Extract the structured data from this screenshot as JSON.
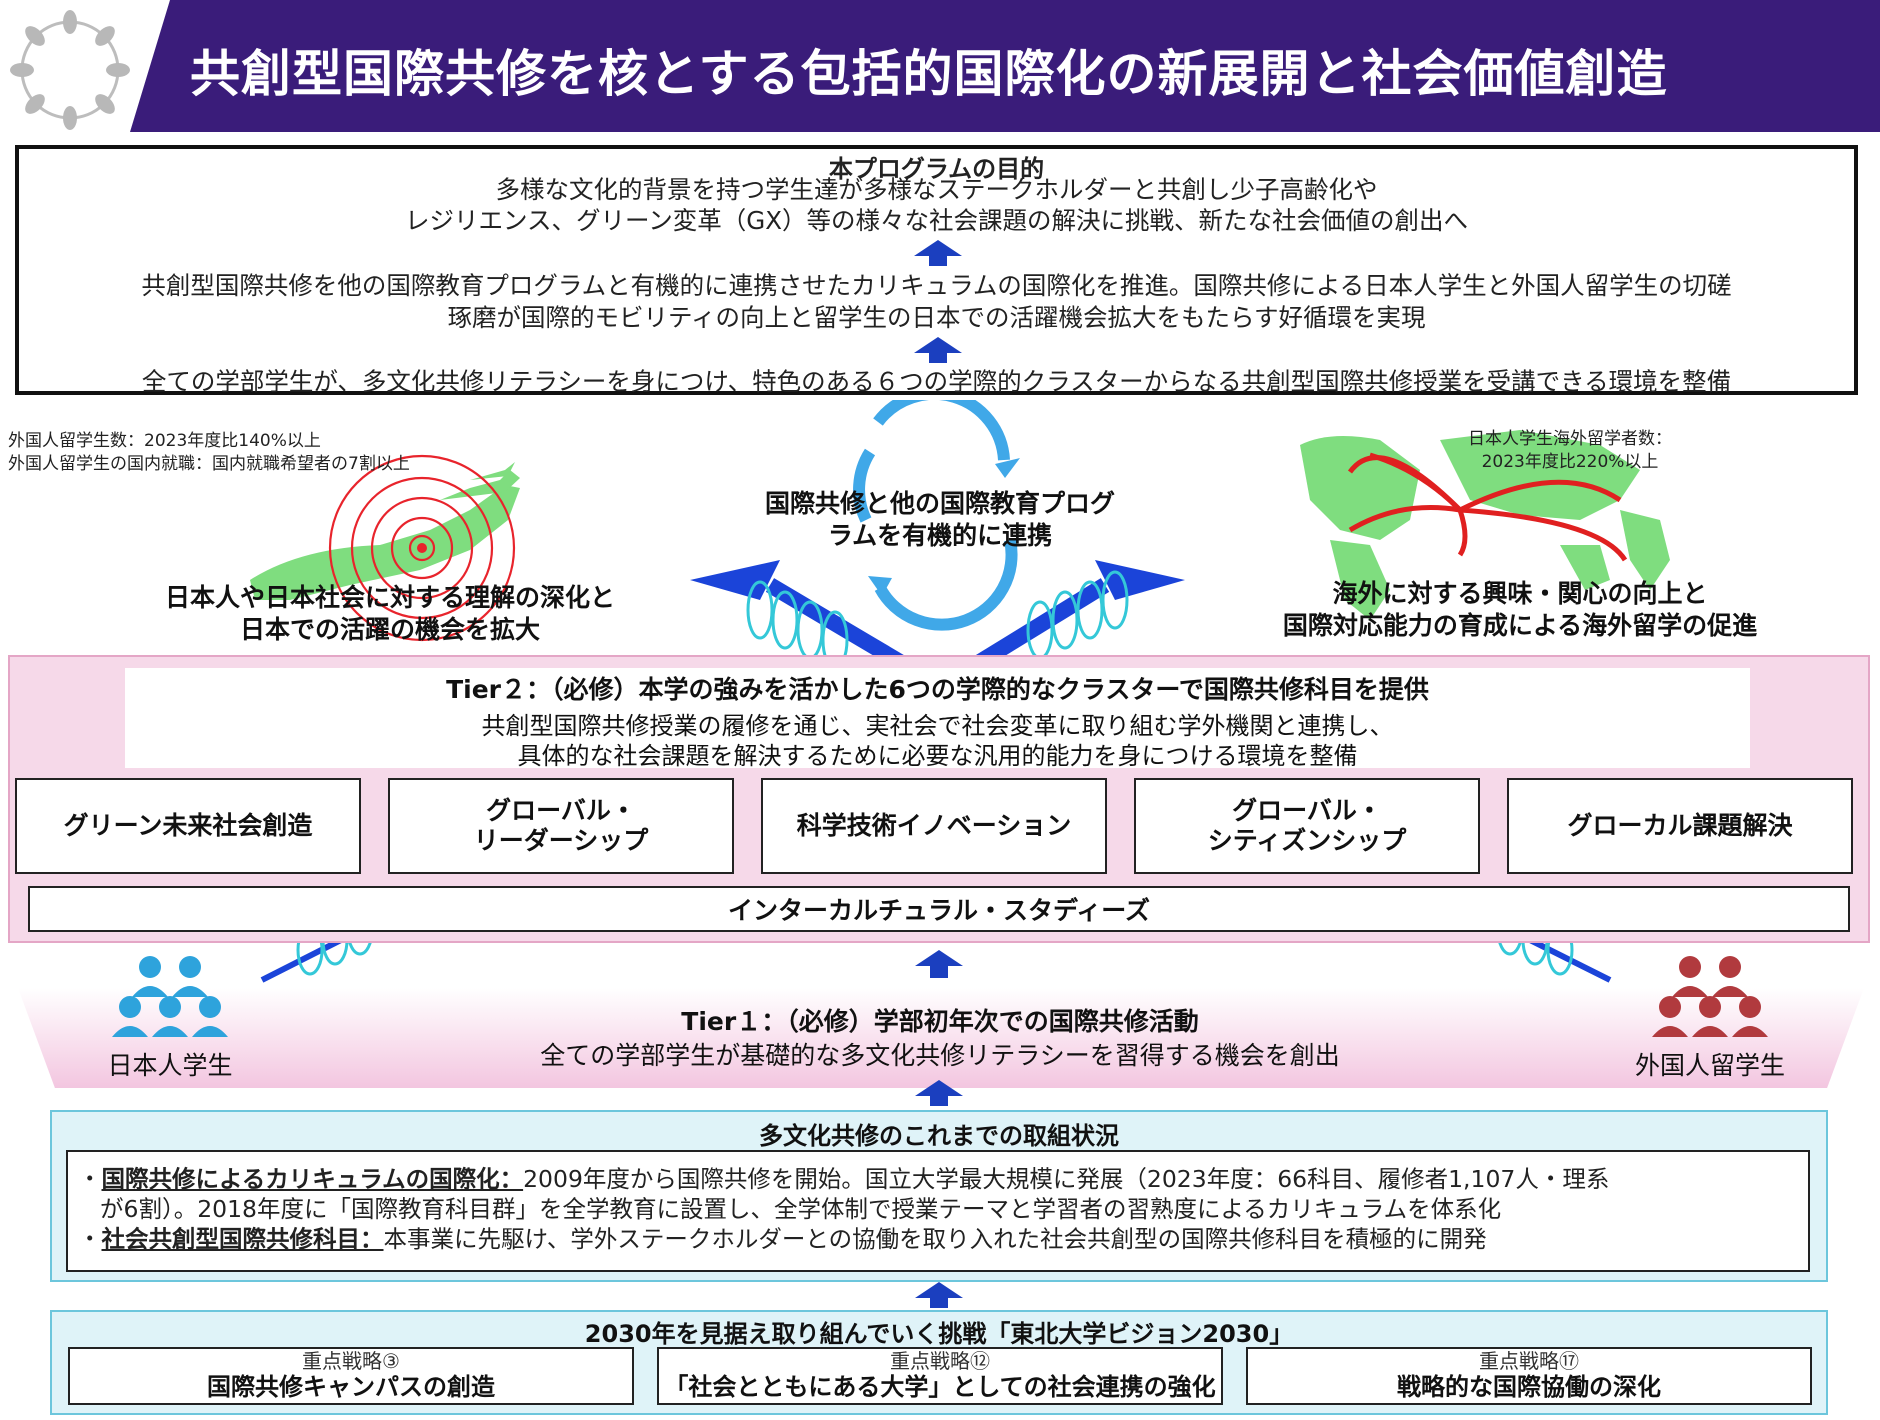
{
  "header": {
    "title": "共創型国際共修を核とする包括的国際化の新展開と社会価値創造"
  },
  "objective": {
    "heading": "本プログラムの目的",
    "line1": "多様な文化的背景を持つ学生達が多様なステークホルダーと共創し少子高齢化や",
    "line2": "レジリエンス、グリーン変革（GX）等の様々な社会課題の解決に挑戦、新たな社会価値の創出へ",
    "line3": "共創型国際共修を他の国際教育プログラムと有機的に連携させたカリキュラムの国際化を推進。国際共修による日本人学生と外国人留学生の切磋",
    "line4": "琢磨が国際的モビリティの向上と留学生の日本での活躍機会拡大をもたらす好循環を実現",
    "line5": "全ての学部学生が、多文化共修リテラシーを身につけ、特色のある６つの学際的クラスターからなる共創型国際共修授業を受講できる環境を整備"
  },
  "left_notes": {
    "note1": "外国人留学生数：2023年度比140%以上",
    "note2": "外国人留学生の国内就職：国内就職希望者の7割以上",
    "goal1": "日本人や日本社会に対する理解の深化と",
    "goal2": "日本での活躍の機会を拡大"
  },
  "center": {
    "line1": "国際共修と他の国際教育プログ",
    "line2": "ラムを有機的に連携"
  },
  "right_notes": {
    "note1": "日本人学生海外留学者数：",
    "note2": "2023年度比220%以上",
    "goal1": "海外に対する興味・関心の向上と",
    "goal2": "国際対応能力の育成による海外留学の促進"
  },
  "tier2": {
    "title": "Tier２：（必修）本学の強みを活かした6つの学際的なクラスターで国際共修科目を提供",
    "desc1": "共創型国際共修授業の履修を通じ、実社会で社会変革に取り組む学外機関と連携し、",
    "desc2": "具体的な社会課題を解決するために必要な汎用的能力を身につける環境を整備",
    "clusters": [
      {
        "line1": "グリーン未来社会創造",
        "line2": ""
      },
      {
        "line1": "グローバル・",
        "line2": "リーダーシップ"
      },
      {
        "line1": "科学技術イノベーション",
        "line2": ""
      },
      {
        "line1": "グローバル・",
        "line2": "シティズンシップ"
      },
      {
        "line1": "グローカル課題解決",
        "line2": ""
      }
    ],
    "base": "インターカルチュラル・スタディーズ"
  },
  "tier1": {
    "title": "Tier１：（必修）学部初年次での国際共修活動",
    "desc": "全ての学部学生が基礎的な多文化共修リテラシーを習得する機会を創出",
    "left_label": "日本人学生",
    "right_label": "外国人留学生"
  },
  "status": {
    "heading": "多文化共修のこれまでの取組状況",
    "item1_head": "国際共修によるカリキュラムの国際化：",
    "item1_text": "2009年度から国際共修を開始。国立大学最大規模に発展（2023年度：66科目、履修者1,107人・理系",
    "item1_text2": "が6割）。2018年度に「国際教育科目群」を全学教育に設置し、全学体制で授業テーマと学習者の習熟度によるカリキュラムを体系化",
    "item2_head": "社会共創型国際共修科目：",
    "item2_text": "本事業に先駆け、学外ステークホルダーとの協働を取り入れた社会共創型の国際共修科目を積極的に開発"
  },
  "vision": {
    "heading": "2030年を見据え取り組んでいく挑戦「東北大学ビジョン2030」",
    "strategies": [
      {
        "label": "重点戦略③",
        "name": "国際共修キャンパスの創造"
      },
      {
        "label": "重点戦略⑫",
        "name": "「社会とともにある大学」としての社会連携の強化"
      },
      {
        "label": "重点戦略⑰",
        "name": "戦略的な国際協働の深化"
      }
    ]
  },
  "colors": {
    "header": "#3a1c7a",
    "arrow": "#1b3fbf",
    "tier_pink": "#f6d9e9",
    "status_bg": "#dff3f8",
    "japanese_students": "#2ea3dc",
    "international_students": "#b13a3e"
  }
}
